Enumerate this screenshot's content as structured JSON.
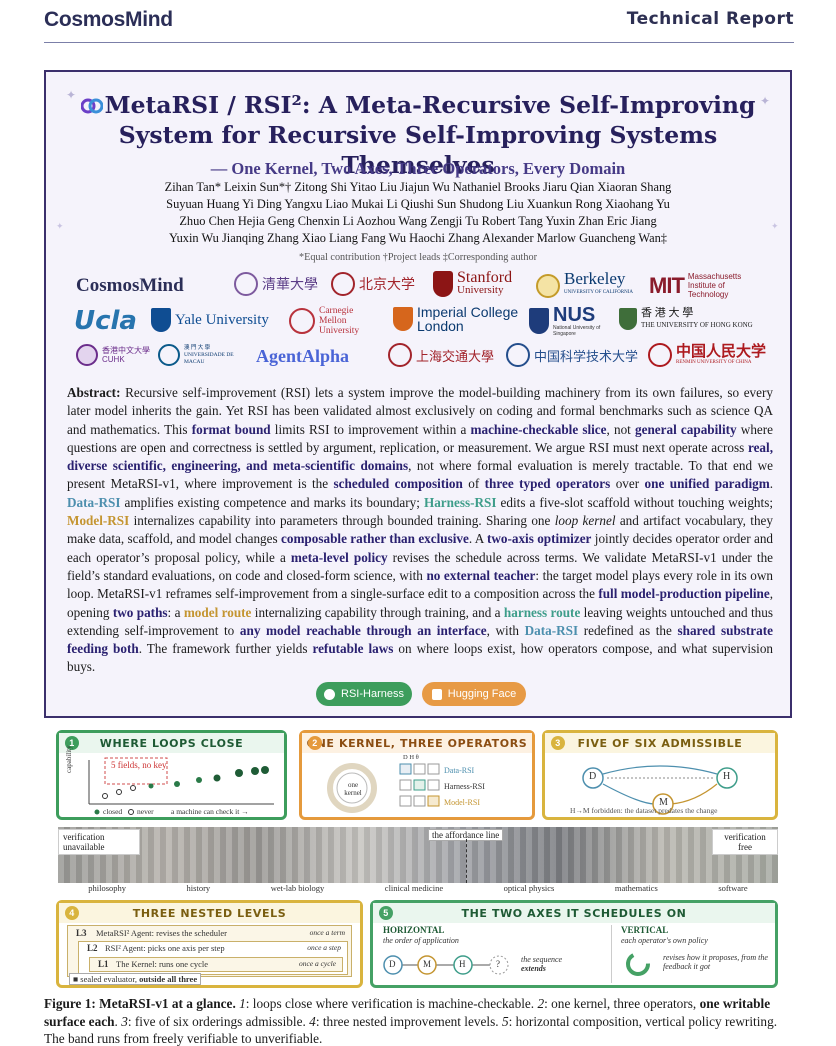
{
  "header": {
    "logo": "CosmosMind",
    "report": "Technical Report"
  },
  "paper": {
    "title_line1": "MetaRSI / RSI²: A Meta-Recursive Self-Improving",
    "title_line2": "System for Recursive Self-Improving Systems Themselves",
    "subtitle": "— One Kernel, Two Axes, Three Operators, Every Domain",
    "authors": [
      "Zihan Tan*   Leixin Sun*†   Zitong Shi   Yitao Liu   Jiajun Wu   Nathaniel Brooks   Jiaru Qian   Xiaoran Shang",
      "Suyuan Huang   Yi Ding   Yangxu Liao   Mukai Li   Qiushi Sun   Shudong Liu   Xuankun Rong   Xiaohang Yu",
      "Zhuo Chen   Hejia Geng   Chenxin Li   Aozhou Wang   Zengji Tu   Robert Tang   Yuxin Zhan   Eric Jiang",
      "Yuxin Wu   Jianqing Zhang   Xiao Liang   Fang Wu   Haochi Zhang   Alexander Marlow   Guancheng Wan‡"
    ],
    "notes": "*Equal contribution   †Project leads   ‡Corresponding author"
  },
  "affiliations": {
    "cosmos": "CosmosMind",
    "tsinghua": "清華大學",
    "pku": "北京大学",
    "stanford1": "Stanford",
    "stanford2": "University",
    "berkeley": "Berkeley",
    "berkeley_sub": "UNIVERSITY OF CALIFORNIA",
    "mit": "MIT",
    "mit_full": "Massachusetts Institute of Technology",
    "ucla": "Ucla",
    "yale": "Yale University",
    "cmu": "Carnegie Mellon University",
    "imperial1": "Imperial College",
    "imperial2": "London",
    "nus": "NUS",
    "nus_sub": "National University of Singapore",
    "hku1": "香 港 大 學",
    "hku2": "THE UNIVERSITY OF HONG KONG",
    "cuhk": "CUHK",
    "macau": "UNIVERSIDADE DE MACAU",
    "agentalpha": "AgentAlpha",
    "sjtu": "上海交通大學",
    "ustc": "中国科学技术大学",
    "ruc": "中国人民大学",
    "ruc_sub": "RENMIN UNIVERSITY OF CHINA"
  },
  "buttons": {
    "harness": "RSI-Harness",
    "hf": "Hugging Face"
  },
  "panels": {
    "p1": {
      "num": "1",
      "title": "WHERE LOOPS CLOSE",
      "box": "5 fields, no key",
      "ylabel": "capability",
      "closed": "closed",
      "never": "never",
      "axis": "a machine can check it →"
    },
    "p2": {
      "num": "2",
      "title": "ONE KERNEL, THREE OPERATORS",
      "kernel": "one kernel",
      "cols": "D   H   θ",
      "ops": [
        "Data-RSI",
        "Harness-RSI",
        "Model-RSI"
      ]
    },
    "p3": {
      "num": "3",
      "title": "FIVE OF SIX ADMISSIBLE",
      "nodes": [
        "D",
        "H",
        "M"
      ],
      "note": "H→M forbidden: the dataset predates the change"
    },
    "strip": {
      "left": "verification unavailable",
      "mid": "the affordance line",
      "right": "verification free",
      "domains": [
        "philosophy",
        "history",
        "wet-lab biology",
        "clinical medicine",
        "optical physics",
        "mathematics",
        "software"
      ]
    },
    "p4": {
      "num": "4",
      "title": "THREE NESTED LEVELS",
      "l3": "L3",
      "l3t": "MetaRSI² Agent: revises the scheduler",
      "l3r": "once a term",
      "l2": "L2",
      "l2t": "RSI² Agent: picks one axis per step",
      "l2r": "once a step",
      "l1": "L1",
      "l1t": "The Kernel: runs one cycle",
      "l1r": "once a cycle",
      "sealed": "sealed evaluator,",
      "sealed_b": "outside all three"
    },
    "p5": {
      "num": "5",
      "title": "THE TWO AXES IT SCHEDULES ON",
      "h": "HORIZONTAL",
      "hs": "the order of application",
      "v": "VERTICAL",
      "vs": "each operator's own policy",
      "seq1": "the sequence",
      "seq2": "extends",
      "pol": "revises how it proposes, from the feedback it got",
      "chain": [
        "D",
        "M",
        "H",
        "?"
      ]
    }
  },
  "caption": {
    "fig": "Figure 1: MetaRSI-v1 at a glance.",
    "t1": " 1",
    "t1b": ": loops close where verification is machine-checkable. ",
    "t2": "2",
    "t2b": ": one kernel, three operators, ",
    "t2c": "one writable surface each",
    "t2d": ". ",
    "t3": "3",
    "t3b": ": five of six orderings admissible. ",
    "t4": "4",
    "t4b": ": three nested improvement levels. ",
    "t5": "5",
    "t5b": ": horizontal composition, vertical policy rewriting. The band runs from freely verifiable to unverifiable."
  },
  "colors": {
    "navy": "#2a2170",
    "blue": "#4d8fae",
    "gold": "#c49531",
    "teal": "#3e9d8a",
    "green": "#3a9c63",
    "orange": "#e59a3c",
    "yellowp": "#d9b43e",
    "p5green": "#45a165"
  }
}
